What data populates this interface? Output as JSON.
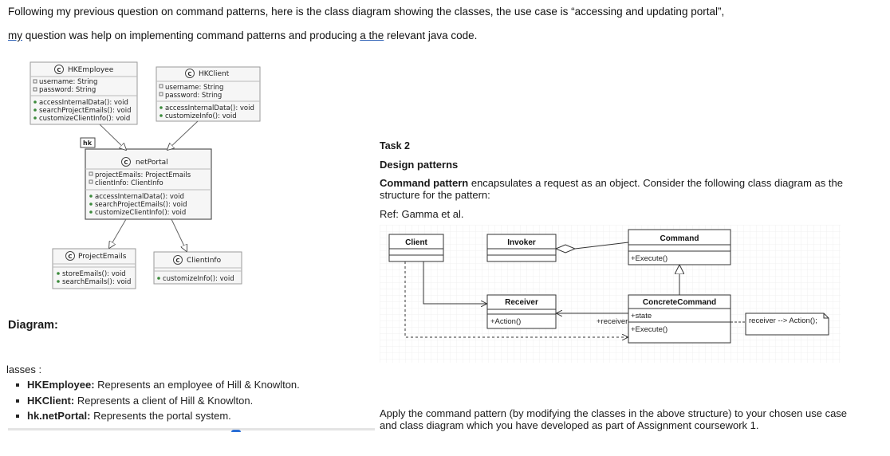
{
  "intro": {
    "line1": "Following my previous question on command patterns, here is the class diagram showing the classes, the use case is “accessing and updating portal”,",
    "line2_my": "my",
    "line2_mid": " question was help on implementing command patterns and producing ",
    "line2_athe": "a the",
    "line2_end": " relevant java code."
  },
  "uml": {
    "stereotype": "C",
    "hkemployee": {
      "name": "HKEmployee",
      "attrs": [
        "username: String",
        "password: String"
      ],
      "methods": [
        "accessInternalData(): void",
        "searchProjectEmails(): void",
        "customizeClientInfo(): void"
      ]
    },
    "hkclient": {
      "name": "HKClient",
      "attrs": [
        "username: String",
        "password: String"
      ],
      "methods": [
        "accessInternalData(): void",
        "customizeInfo(): void"
      ]
    },
    "package_label": "hk",
    "netportal": {
      "name": "netPortal",
      "attrs": [
        "projectEmails: ProjectEmails",
        "clientInfo: ClientInfo"
      ],
      "methods": [
        "accessInternalData(): void",
        "searchProjectEmails(): void",
        "customizeClientInfo(): void"
      ]
    },
    "projectemails": {
      "name": "ProjectEmails",
      "methods": [
        "storeEmails(): void",
        "searchEmails(): void"
      ]
    },
    "clientinfo": {
      "name": "ClientInfo",
      "methods": [
        "customizeInfo(): void"
      ]
    }
  },
  "diagram_label": "Diagram:",
  "classes_heading": "lasses :",
  "class_list": [
    {
      "term": "HKEmployee:",
      "desc": " Represents an employee of Hill & Knowlton."
    },
    {
      "term": "HKClient:",
      "desc": " Represents a client of Hill & Knowlton."
    },
    {
      "term": "hk.netPortal:",
      "desc": " Represents the portal system."
    }
  ],
  "task": {
    "title": "Task 2",
    "subtitle": "Design patterns",
    "desc_bold": "Command pattern",
    "desc_rest": " encapsulates a request as an object.  Consider the following class diagram as the structure for the pattern:",
    "ref": "Ref:  Gamma et al.",
    "apply": "Apply the command pattern (by modifying the classes in the above structure) to your chosen use case and class diagram which you have developed as part of Assignment coursework 1."
  },
  "gof": {
    "client": "Client",
    "invoker": "Invoker",
    "command": "Command",
    "command_op": "+Execute()",
    "receiver": "Receiver",
    "receiver_op": "+Action()",
    "receiver_role": "+receiver",
    "concrete": "ConcreteCommand",
    "concrete_attr": "+state",
    "concrete_op": "+Execute()",
    "note": "receiver --> Action();"
  }
}
